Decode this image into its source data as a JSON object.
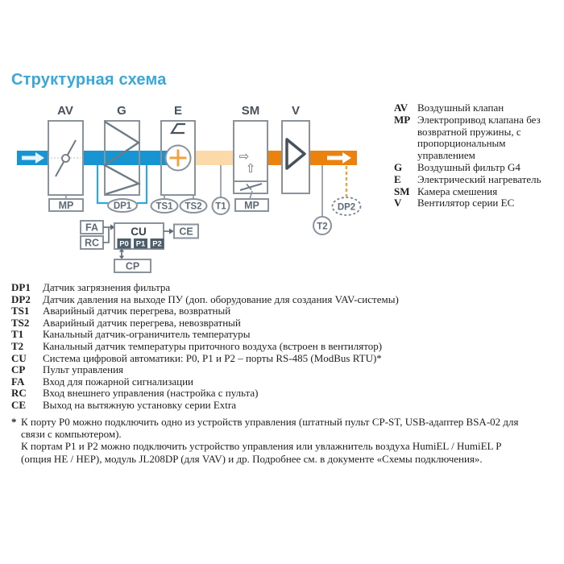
{
  "title": "Структурная схема",
  "diagram": {
    "block_labels": {
      "av": "AV",
      "g": "G",
      "e": "E",
      "sm": "SM",
      "v": "V"
    },
    "tags": {
      "mp_av": "MP",
      "mp_sm": "MP",
      "dp1": "DP1",
      "dp2": "DP2",
      "ts1": "TS1",
      "ts2": "TS2",
      "t1": "T1",
      "t2": "T2"
    },
    "control": {
      "fa": "FA",
      "rc": "RC",
      "cu": "CU",
      "ce": "CE",
      "cp": "CP",
      "p0": "P0",
      "p1": "P1",
      "p2": "P2"
    },
    "icons": {
      "sm_arrow_right": "⇨",
      "sm_arrow_up": "⇧"
    }
  },
  "right_legend": [
    {
      "term": "AV",
      "def": "Воздушный клапан"
    },
    {
      "term": "MP",
      "def": "Электропривод клапана без возвратной пружины, с пропорциональным управлением"
    },
    {
      "term": "G",
      "def": "Воздушный фильтр G4"
    },
    {
      "term": "E",
      "def": "Электрический нагреватель"
    },
    {
      "term": "SM",
      "def": "Камера смешения"
    },
    {
      "term": "V",
      "def": "Вентилятор серии EC"
    }
  ],
  "bottom_legend": [
    {
      "term": "DP1",
      "def": "Датчик загрязнения фильтра"
    },
    {
      "term": "DP2",
      "def": "Датчик давления на выходе ПУ (доп. оборудование для создания VAV-системы)"
    },
    {
      "term": "TS1",
      "def": "Аварийный датчик перегрева, возвратный"
    },
    {
      "term": "TS2",
      "def": "Аварийный датчик перегрева, невозвратный"
    },
    {
      "term": "T1",
      "def": "Канальный датчик-ограничитель температуры"
    },
    {
      "term": "T2",
      "def": "Канальный датчик температуры приточного воздуха (встроен в вентилятор)"
    },
    {
      "term": "CU",
      "def": "Система цифровой автоматики: P0, P1 и P2 – порты RS-485 (ModBus RTU)*"
    },
    {
      "term": "CP",
      "def": "Пульт управления"
    },
    {
      "term": "FA",
      "def": "Вход для пожарной сигнализации"
    },
    {
      "term": "RC",
      "def": "Вход внешнего управления (настройка с пульта)"
    },
    {
      "term": "CE",
      "def": "Выход на вытяжную установку серии Extra"
    }
  ],
  "footnote": {
    "marker": "*",
    "para1": "К порту P0 можно подключить одно из устройств управления (штатный пульт CP-ST, USB-адаптер BSA-02 для связи с компьютером).",
    "para2": "К портам P1 и P2 можно подключить устройство управления или увлажнитель воздуха HumiEL /  HumiEL P (опция HE / HEP), модуль JL208DP (для VAV) и др. Подробнее см. в документе «Схемы подключения»."
  },
  "colors": {
    "accent_blue": "#3aa7db",
    "duct_supply_blue": "#1795d3",
    "duct_warm_light": "#fbd9a9",
    "duct_warm_orange": "#ec820e",
    "bracket_blue": "#2ba9e0",
    "outline_gray": "#8a939c",
    "symbol_gray": "#6e7a85",
    "label_slate": "#47525c",
    "port_fill": "#4d5c6b",
    "heater_orange": "#f2a23c"
  }
}
